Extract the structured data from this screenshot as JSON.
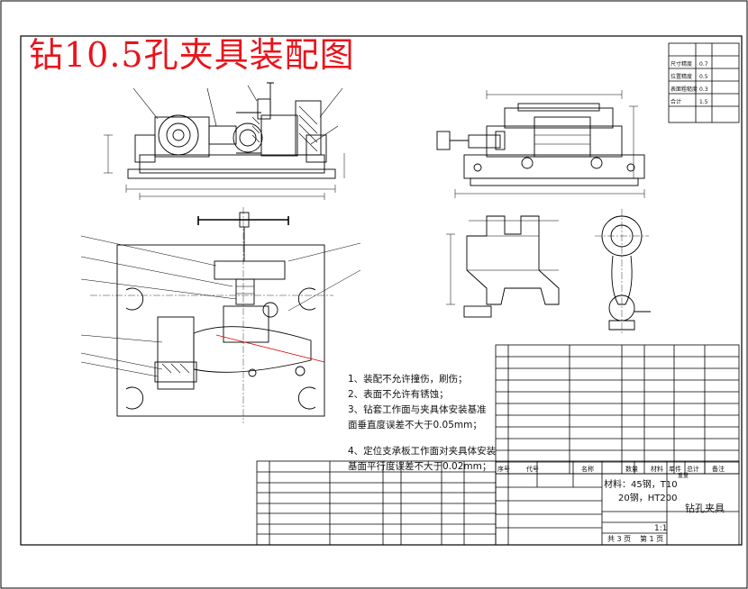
{
  "title": "钻10.5孔夹具装配图",
  "notes": [
    "1、装配不允许撞伤，刷伤；",
    "2、表面不允许有锈蚀；",
    "3、钻套工作面与夹具体安装基准",
    "面垂直度误差不大于0.05mm；",
    "4、定位支承板工作面对夹具体安装",
    "基面平行度误差不大于0.02mm；"
  ],
  "title_block": {
    "material_line1": "材料：45钢，T10",
    "material_line2": "20钢，HT200",
    "part_name": "钻孔夹具",
    "scale": "1:1",
    "sheets": "共 3 页",
    "sheet_no": "第 1 页",
    "header_labels": [
      "序号",
      "代号",
      "名称",
      "数量",
      "材料",
      "单件",
      "总计",
      "重量",
      "备注"
    ]
  },
  "tech_table": {
    "rows": [
      [
        "尺寸精度",
        "0.7"
      ],
      [
        "位置精度",
        "0.5"
      ],
      [
        "表面粗糙度",
        "0.3"
      ],
      [
        "合计",
        "1.5"
      ]
    ]
  }
}
